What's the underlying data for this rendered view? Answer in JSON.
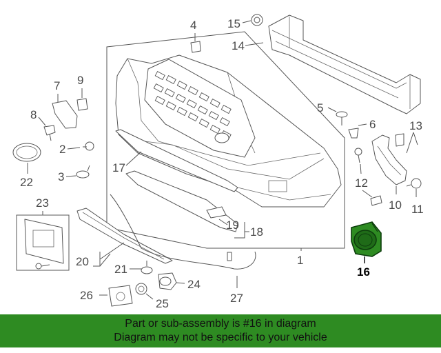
{
  "diagram": {
    "callouts": {
      "c1": "1",
      "c2": "2",
      "c3": "3",
      "c4": "4",
      "c5": "5",
      "c6": "6",
      "c7": "7",
      "c8": "8",
      "c9": "9",
      "c10": "10",
      "c11": "11",
      "c12": "12",
      "c13": "13",
      "c14": "14",
      "c15": "15",
      "c16": "16",
      "c17": "17",
      "c18": "18",
      "c19": "19",
      "c20": "20",
      "c21": "21",
      "c22": "22",
      "c23": "23",
      "c24": "24",
      "c25": "25",
      "c26": "26",
      "c27": "27"
    },
    "highlighted_part": "16",
    "highlight_color": "#2e8b22"
  },
  "banner": {
    "line1": "Part or sub-assembly is #16 in diagram",
    "line2": "Diagram may not be specific to your vehicle",
    "background": "#2e8b22"
  }
}
